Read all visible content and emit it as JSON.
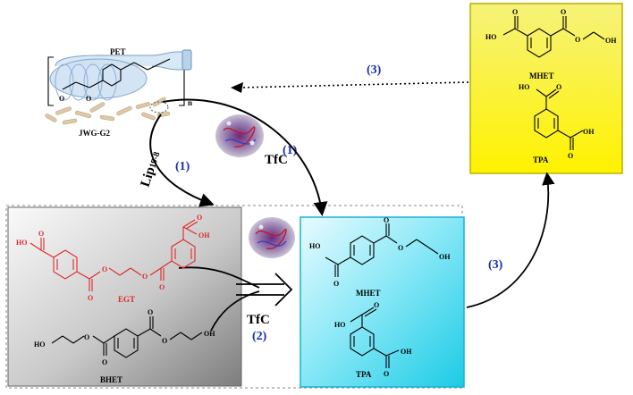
{
  "labels": {
    "pet": "PET",
    "n": "n",
    "jwg": "JWG-G2",
    "mhet": "MHET",
    "tpa": "TPA",
    "egt": "EGT",
    "bhet": "BHET",
    "lip": "Lip",
    "lip_sub": "19-8",
    "tfc": "TfC"
  },
  "steps": {
    "one": "(1)",
    "two": "(2)",
    "three": "(3)"
  },
  "atoms": {
    "ho": "HO",
    "oh": "OH",
    "o": "O"
  },
  "colors": {
    "yellow_top": "#f6f27a",
    "yellow_bottom": "#fff200",
    "cyan_top": "#e8fbff",
    "cyan_bottom": "#2fd4ee",
    "gray_top": "#f3f3f3",
    "gray_bottom": "#8a8a8a",
    "step_blue": "#1a2fa8",
    "egt_red": "#e0272a"
  },
  "icons": [
    "pet-bottle-icon",
    "enzyme-protein-icon"
  ]
}
